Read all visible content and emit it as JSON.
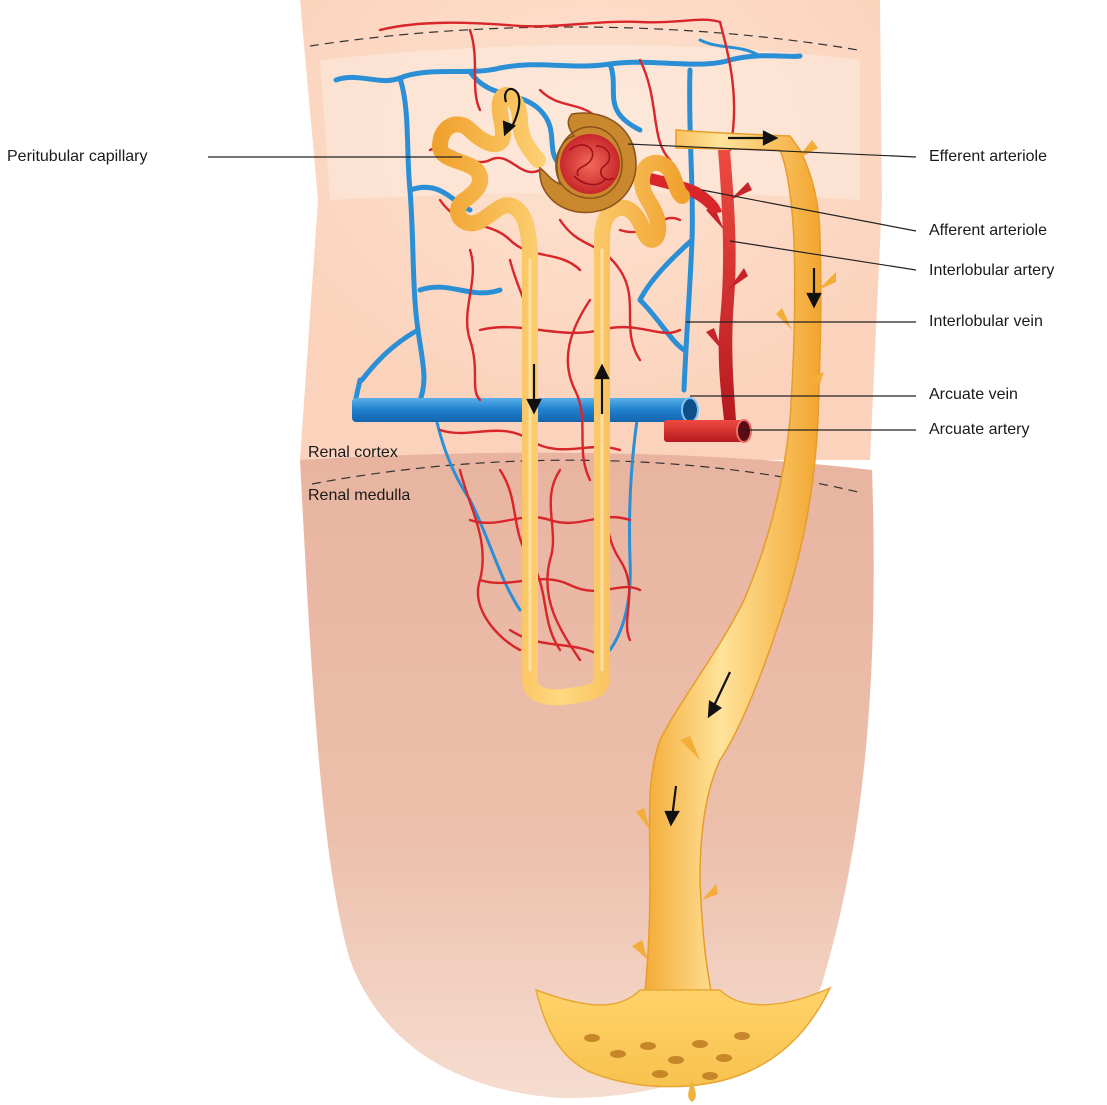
{
  "labels": {
    "peritubular_capillary": "Peritubular capillary",
    "efferent_arteriole": "Efferent arteriole",
    "afferent_arteriole": "Afferent arteriole",
    "interlobular_artery": "Interlobular artery",
    "interlobular_vein": "Interlobular vein",
    "arcuate_vein": "Arcuate vein",
    "arcuate_artery": "Arcuate artery",
    "renal_cortex": "Renal cortex",
    "renal_medulla": "Renal medulla"
  },
  "colors": {
    "cortex": "#fde3d2",
    "medulla": "#e9b6a2",
    "tubule": "#f6b23d",
    "tubule_highlight": "#ffd98a",
    "artery": "#d8262b",
    "vein": "#2b8fd6",
    "capsule": "#b9752a",
    "leader_line": "#222222"
  }
}
